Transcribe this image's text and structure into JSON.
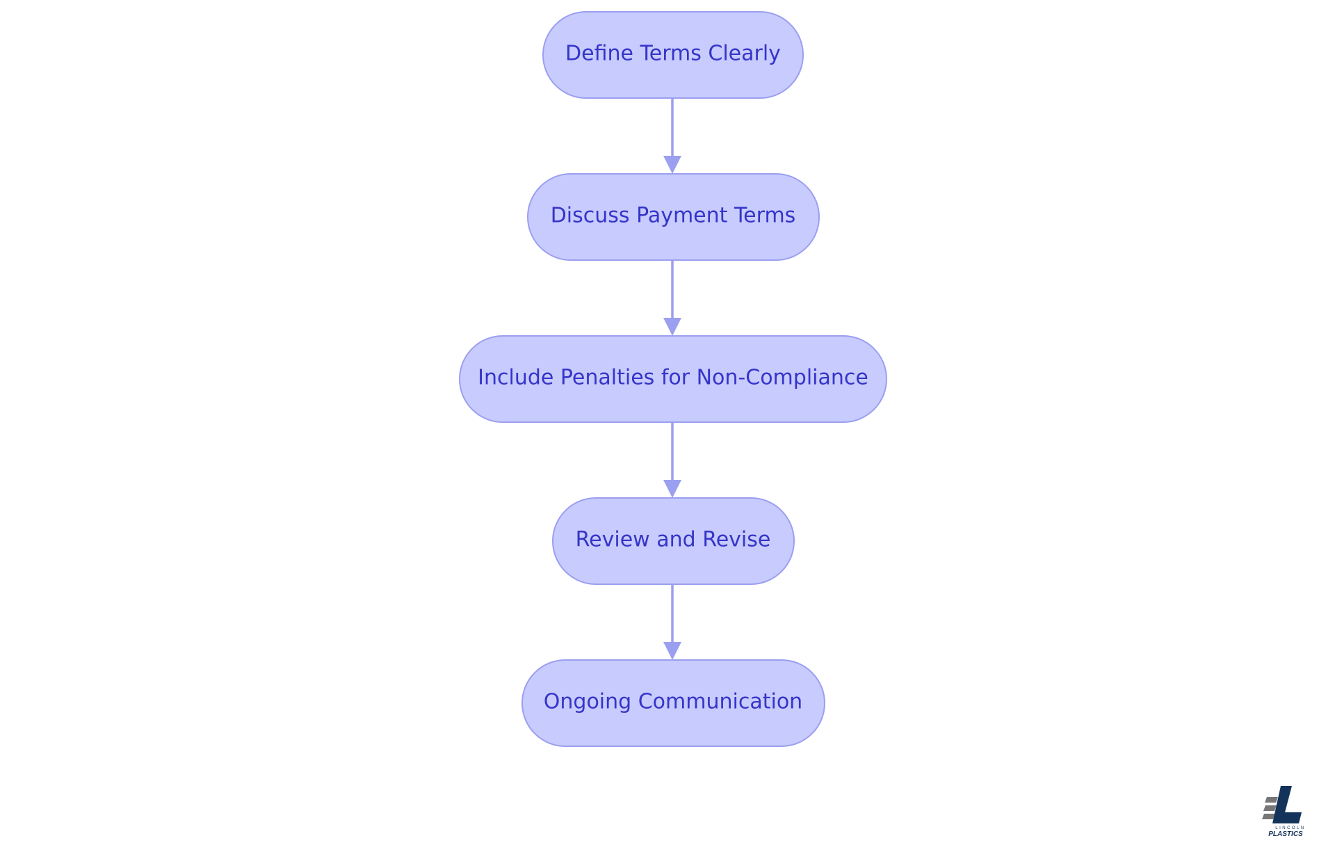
{
  "diagram": {
    "nodes": [
      {
        "id": "n1",
        "label": "Define Terms Clearly"
      },
      {
        "id": "n2",
        "label": "Discuss Payment Terms"
      },
      {
        "id": "n3",
        "label": "Include Penalties for Non-Compliance"
      },
      {
        "id": "n4",
        "label": "Review and Revise"
      },
      {
        "id": "n5",
        "label": "Ongoing Communication"
      }
    ],
    "edges": [
      {
        "from": "n1",
        "to": "n2"
      },
      {
        "from": "n2",
        "to": "n3"
      },
      {
        "from": "n3",
        "to": "n4"
      },
      {
        "from": "n4",
        "to": "n5"
      }
    ]
  },
  "logo": {
    "line1": "LINCOLN",
    "line2": "PLASTICS"
  },
  "colors": {
    "node_fill": "#c8cbfd",
    "node_stroke": "#9b9ff0",
    "node_text": "#3535c8",
    "edge": "#9b9ff0",
    "logo_dark": "#13335a",
    "logo_gray": "#777777"
  }
}
